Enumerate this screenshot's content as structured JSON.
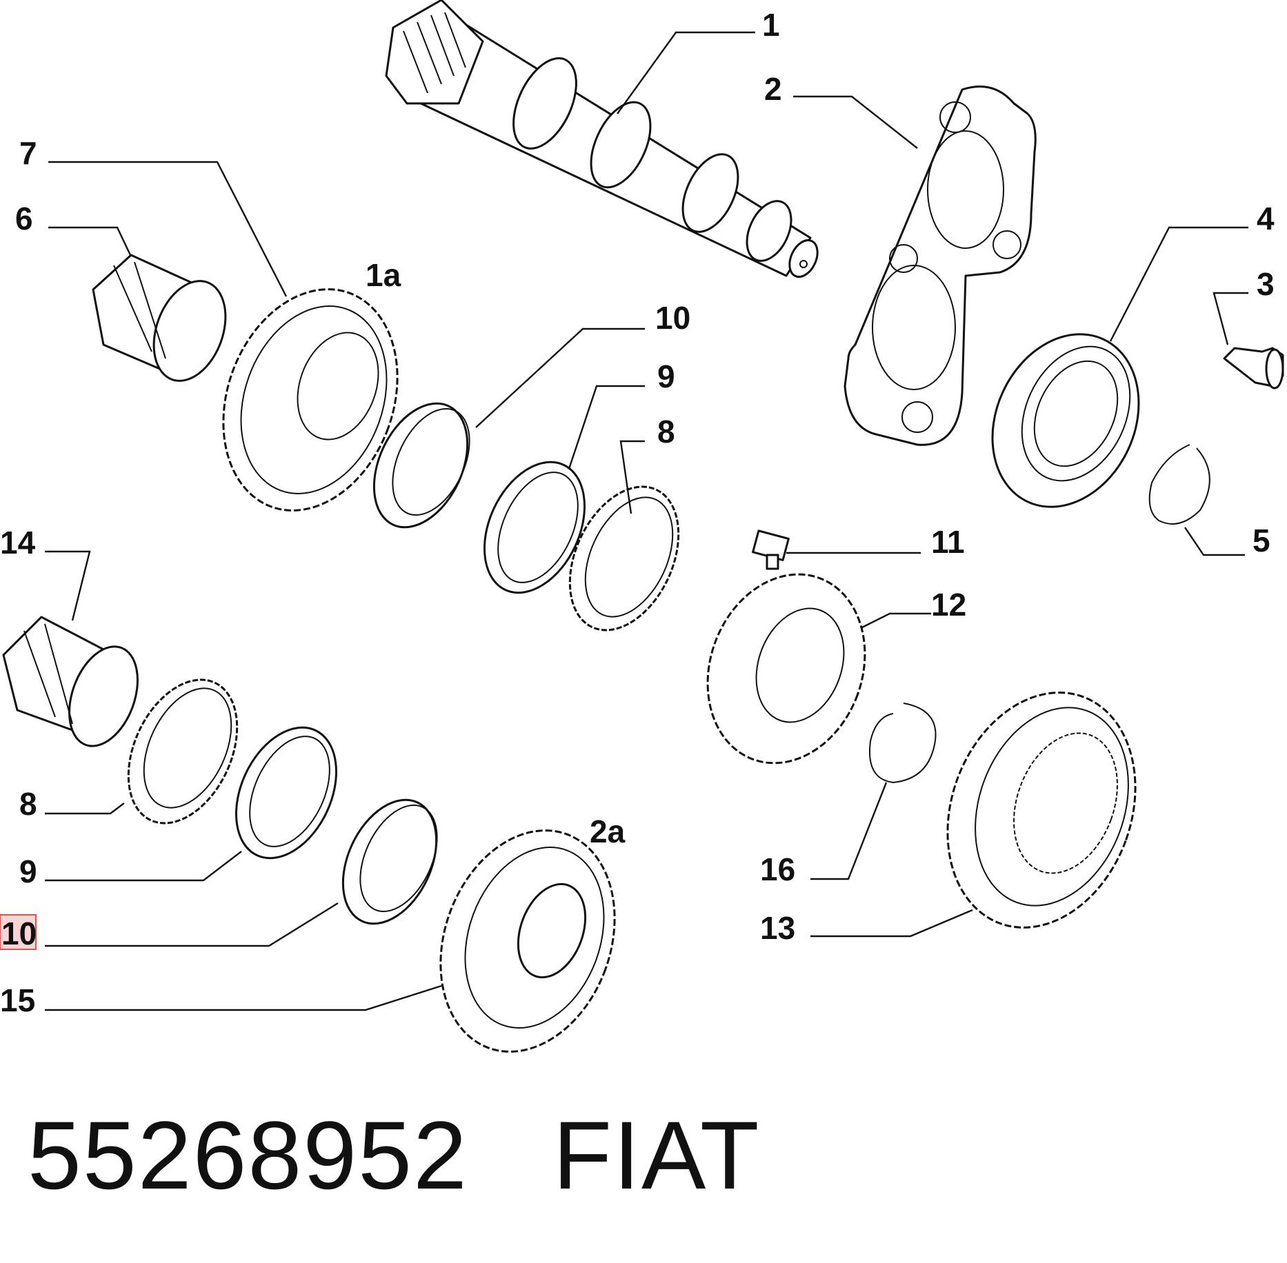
{
  "labels": {
    "l1": "1",
    "l2": "2",
    "l1a": "1a",
    "l2a": "2a",
    "l3": "3",
    "l4": "4",
    "l5": "5",
    "l6": "6",
    "l7": "7",
    "l8a": "8",
    "l8b": "8",
    "l9a": "9",
    "l9b": "9",
    "l10a": "10",
    "l10b": "10",
    "l11": "11",
    "l12": "12",
    "l13": "13",
    "l14": "14",
    "l15": "15",
    "l16": "16"
  },
  "highlighted_label": "10",
  "caption": {
    "part_number": "55268952",
    "brand": "FIAT"
  }
}
